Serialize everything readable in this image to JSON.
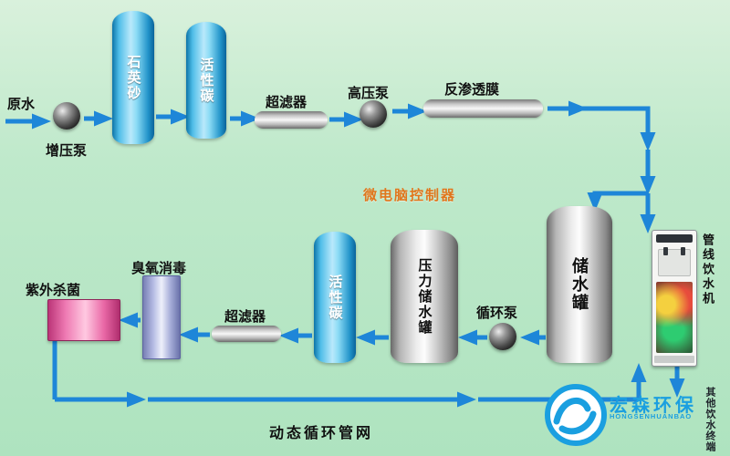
{
  "diagram": {
    "top_row": {
      "raw_water": "原水",
      "booster_pump": "增压泵",
      "quartz_sand": "石英砂",
      "activated_carbon": "活性碳",
      "ultrafilter": "超滤器",
      "high_pressure_pump": "高压泵",
      "ro_membrane": "反渗透膜"
    },
    "controller": "微电脑控制器",
    "right_side": {
      "storage_tank": "储水罐",
      "pipeline_dispenser": "管线饮水机",
      "other_terminals": "其他饮水终端"
    },
    "bottom_row": {
      "circulation_pump": "循环泵",
      "pressure_tank": "压力储水罐",
      "activated_carbon": "活性碳",
      "ultrafilter": "超滤器",
      "ozone_disinfection": "臭氧消毒",
      "uv_sterilization": "紫外杀菌"
    },
    "footer": {
      "network_label": "动态循环管网"
    }
  },
  "logo": {
    "name": "宏森环保",
    "romanized": "HONGSENHUANBAO",
    "color": "#1a9fe0"
  },
  "colors": {
    "background": "#b9e7c8",
    "arrow": "#1e86d8",
    "controller_text": "#e0761c",
    "column_blue": "#35a9de",
    "tank_gray": "#cccccc",
    "uv_pink": "#ee6fab",
    "ozone_lavender": "#aab1e0"
  }
}
